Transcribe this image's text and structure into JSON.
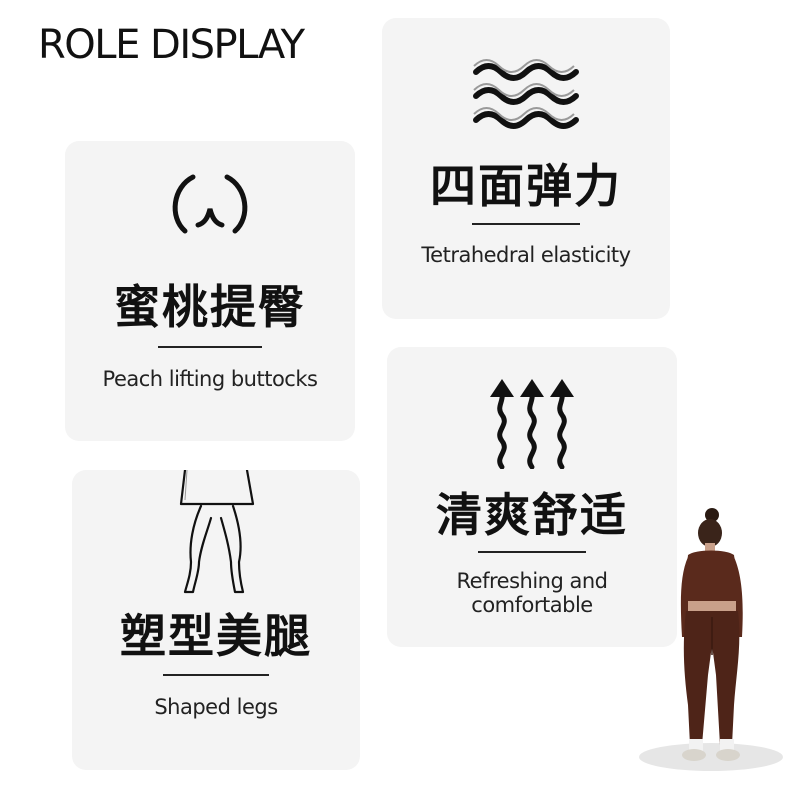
{
  "heading": "ROLE DISPLAY",
  "cards": {
    "peach": {
      "title_zh": "蜜桃提臀",
      "caption": "Peach lifting buttocks",
      "icon": "buttocks-outline-icon"
    },
    "elastic": {
      "title_zh": "四面弹力",
      "caption": "Tetrahedral elasticity",
      "icon": "wavy-lines-icon"
    },
    "legs": {
      "title_zh": "塑型美腿",
      "caption": "Shaped legs",
      "icon": "legs-outline-icon"
    },
    "comfort": {
      "title_zh": "清爽舒适",
      "caption_line1": "Refreshing and",
      "caption_line2": "comfortable",
      "icon": "wavy-arrows-up-icon"
    }
  },
  "colors": {
    "card_bg": "#f4f4f4",
    "text": "#111111",
    "garment": "#5a2a1c"
  }
}
